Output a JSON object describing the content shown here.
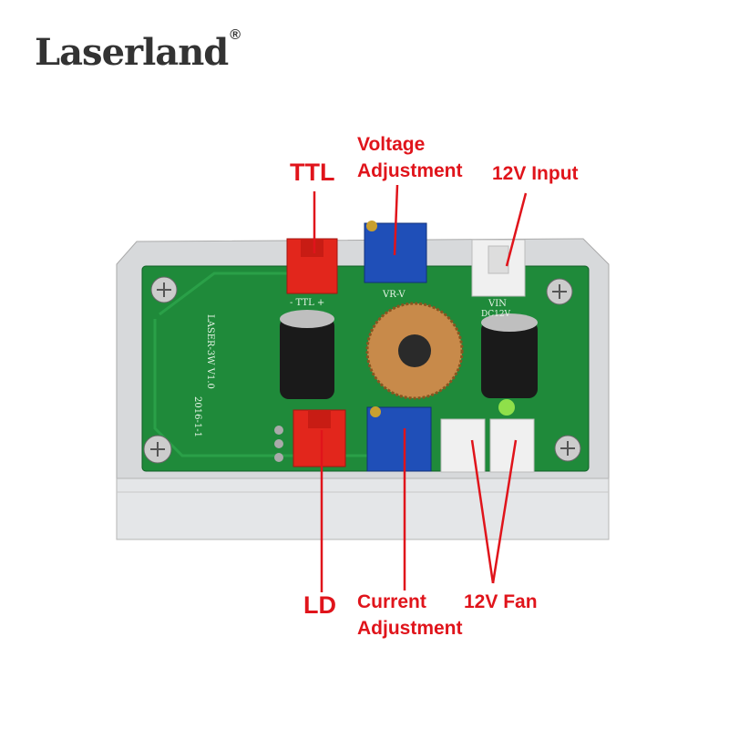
{
  "logo": {
    "text": "Laserland",
    "mark": "®"
  },
  "labels": {
    "ttl": "TTL",
    "voltage_line1": "Voltage",
    "voltage_line2": "Adjustment",
    "input": "12V Input",
    "ld": "LD",
    "current_line1": "Current",
    "current_line2": "Adjustment",
    "fan": "12V Fan"
  },
  "pcb_text": {
    "model": "LASER-3W V1.0",
    "date": "2016-1-1",
    "ttl": "-  TTL  +",
    "vr": "VR-V",
    "vin": "VIN",
    "dc": "DC12V"
  },
  "colors": {
    "label": "#e0141b",
    "pcb": "#1f8a3a",
    "logo": "#333333"
  }
}
